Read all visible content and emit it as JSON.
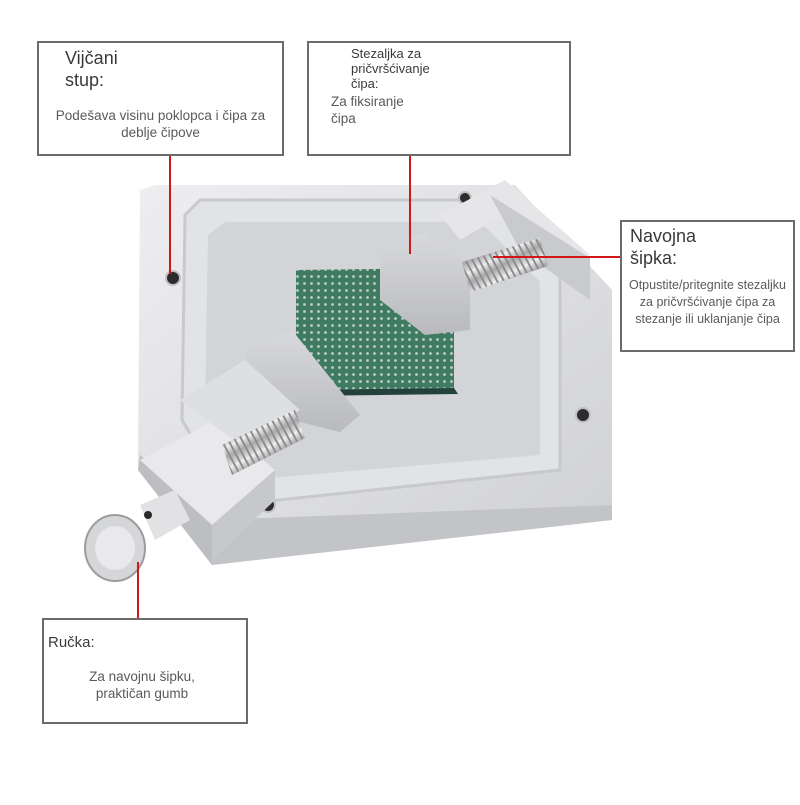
{
  "callouts": {
    "screw_post": {
      "title": "Vijčani stup:",
      "description": "Podešava visinu poklopca i čipa za deblje čipove"
    },
    "clamp": {
      "title": "Stezaljka za pričvršćivanje čipa:",
      "description": "Za fiksiranje čipa"
    },
    "threaded_rod": {
      "title": "Navojna šipka:",
      "description": "Otpustite/pritegnite stezaljku za pričvršćivanje čipa za stezanje ili uklanjanje čipa"
    },
    "handle": {
      "title": "Ručka:",
      "description": "Za navojnu šipku, praktičan gumb"
    }
  },
  "colors": {
    "leader_line": "#d01818",
    "callout_border": "#6b6b6b",
    "chip": "#3f7a62",
    "aluminium": "#dcdcde"
  },
  "icons": [
    "bga-chip",
    "knurled-knob",
    "threaded-screw",
    "mounting-hole"
  ]
}
